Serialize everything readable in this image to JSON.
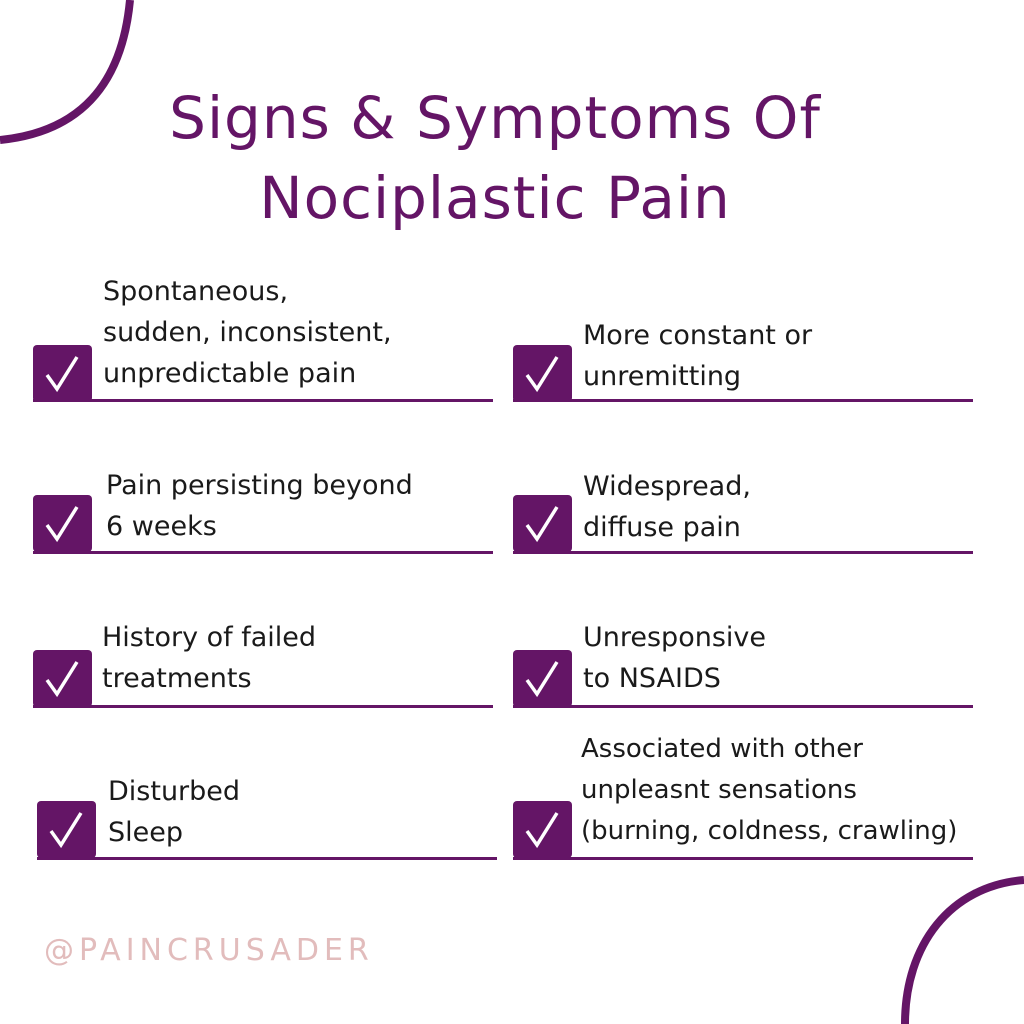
{
  "title": {
    "line1": "Signs & Symptoms Of",
    "line2": "Nociplastic Pain"
  },
  "items": [
    {
      "lines": [
        "Spontaneous,",
        "sudden, inconsistent,",
        "unpredictable pain"
      ]
    },
    {
      "lines": [
        "More constant or",
        "unremitting"
      ]
    },
    {
      "lines": [
        "Pain persisting beyond",
        "6 weeks"
      ]
    },
    {
      "lines": [
        "Widespread,",
        "diffuse pain"
      ]
    },
    {
      "lines": [
        "History of failed",
        "treatments"
      ]
    },
    {
      "lines": [
        "Unresponsive",
        "to NSAIDS"
      ]
    },
    {
      "lines": [
        "Disturbed",
        "Sleep"
      ]
    },
    {
      "lines": [
        "Associated with other",
        "unpleasnt sensations",
        "(burning, coldness, crawling)"
      ]
    }
  ],
  "handle": "@PAINCRUSADER",
  "colors": {
    "accent": "#641566",
    "handle": "#e2bcbc"
  }
}
